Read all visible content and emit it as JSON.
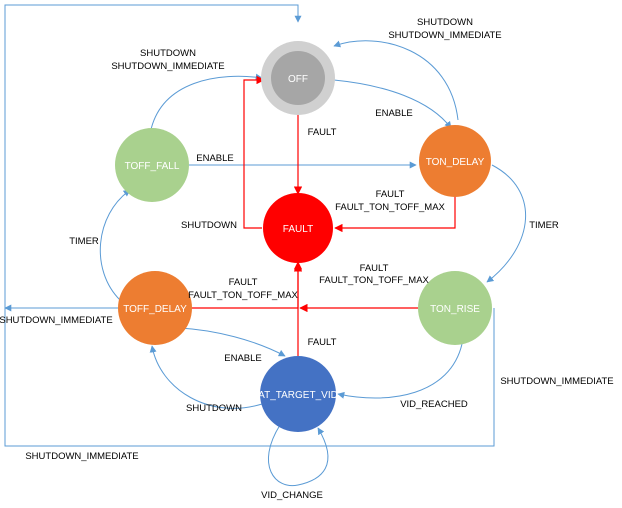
{
  "colors": {
    "blue_edge": "#5b9bd5",
    "red_edge": "#ff0000",
    "off_fill": "#a6a6a6",
    "off_ring": "#d0d0d0",
    "green_state": "#a9d18e",
    "orange_state": "#ed7d31",
    "fault_state": "#ff0000",
    "target_state": "#4472c4"
  },
  "states": {
    "off": "OFF",
    "fault": "FAULT",
    "ton_delay": "TON_DELAY",
    "ton_rise": "TON_RISE",
    "toff_fall": "TOFF_FALL",
    "toff_delay": "TOFF_DELAY",
    "at_target_vid": "AT_TARGET_VID"
  },
  "labels": {
    "shutdown_imm_tl_1": "SHUTDOWN",
    "shutdown_imm_tl_2": "SHUTDOWN_IMMEDIATE",
    "shutdown_imm_tr_1": "SHUTDOWN",
    "shutdown_imm_tr_2": "SHUTDOWN_IMMEDIATE",
    "enable_off_ton": "ENABLE",
    "fault_off": "FAULT",
    "enable_toff_fall": "ENABLE",
    "fault_ton_delay_1": "FAULT",
    "fault_ton_delay_2": "FAULT_TON_TOFF_MAX",
    "shutdown_to_off": "SHUTDOWN",
    "timer_left": "TIMER",
    "timer_right": "TIMER",
    "fault_ton_rise_1": "FAULT",
    "fault_ton_rise_2": "FAULT_TON_TOFF_MAX",
    "fault_toff_delay_1": "FAULT",
    "fault_toff_delay_2": "FAULT_TON_TOFF_MAX",
    "shutdown_imm_left": "SHUTDOWN_IMMEDIATE",
    "fault_target": "FAULT",
    "enable_target": "ENABLE",
    "shutdown_target": "SHUTDOWN",
    "shutdown_imm_right": "SHUTDOWN_IMMEDIATE",
    "vid_reached": "VID_REACHED",
    "shutdown_imm_bottom": "SHUTDOWN_IMMEDIATE",
    "vid_change": "VID_CHANGE"
  }
}
